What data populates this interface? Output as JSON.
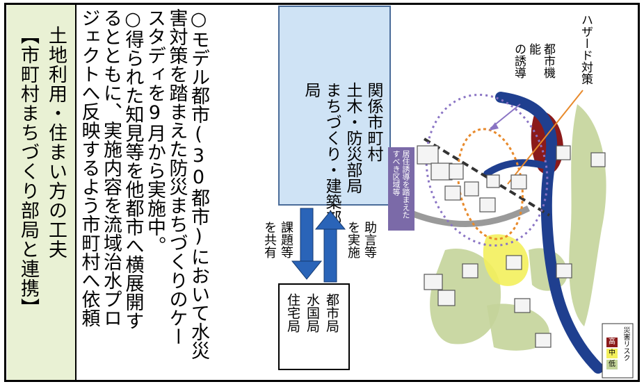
{
  "title": {
    "line1": "土地利用・住まい方の工夫",
    "line2": "【市町村まちづくり部局と連携】"
  },
  "description": {
    "col1": "○モデル都市(30都市)において水災",
    "col2": "害対策を踏まえた防災まちづくりのケー",
    "col3": "スタディを9月から実施中。",
    "col4": "○得られた知見等を他都市へ横展開す",
    "col5": "るとともに、実施内容を流域治水プロ",
    "col6": "ジェクトへ反映するよう市町村へ依頼"
  },
  "municipality_box": {
    "text": "関係市町村\n土木・防災部局\nまちづくり・建築部\n局"
  },
  "ministry_box": {
    "text": "都市局\n水国局\n住宅局"
  },
  "arrows": {
    "down_label": "課題等\nを共有",
    "up_label": "助言等\nを実施"
  },
  "map": {
    "label_city_function": "都市機\n能\nの誘導",
    "label_hazard": "ハザード対策",
    "sign_text": "居住誘導を踏まえた\nすべき区域等",
    "legend_title": "災害リスク",
    "legend_items": [
      "高",
      "中",
      "低"
    ],
    "colors": {
      "river": "#1f3f8f",
      "high": "#8b1a1a",
      "mid": "#f3ef5c",
      "low": "#c4d49a",
      "sign": "#7b6aa8",
      "dotted": "#8a74c4",
      "orange": "#e88a2c"
    }
  }
}
